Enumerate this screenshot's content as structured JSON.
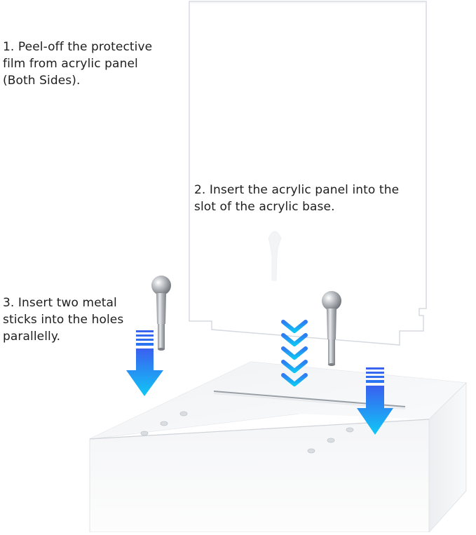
{
  "steps": {
    "step1": "1. Peel-off the protective\nfilm from acrylic panel\n(Both Sides).",
    "step2": "2. Insert the acrylic panel into the\n slot of the acrylic base.",
    "step3": "3. Insert two metal\nsticks into the holes\nparallelly."
  },
  "colors": {
    "arrow_top": "#3a6ff0",
    "arrow_bottom": "#12c6f5",
    "panel_edge": "#d8dde3",
    "base_top": "#f7f8fa",
    "base_front": "#fbfbfc",
    "metal": "#a9adb3"
  },
  "icons": [
    "down-arrow-icon",
    "chevron-down-icon",
    "metal-stick-icon"
  ]
}
